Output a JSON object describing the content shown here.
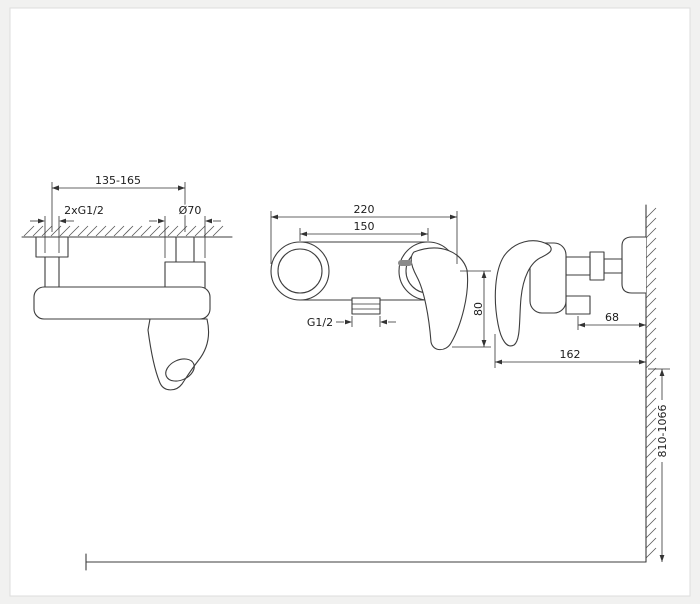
{
  "drawing": {
    "top_view": {
      "spacing_label": "135-165",
      "thread_label": "2xG1/2",
      "diameter_label": "Ø70"
    },
    "front_view": {
      "width_label": "220",
      "centers_label": "150",
      "outlet_label": "G1/2",
      "height_label": "80"
    },
    "side_view": {
      "offset_label": "68",
      "depth_label": "162",
      "install_height_label": "810-1066"
    },
    "colors": {
      "line": "#3d3d3d",
      "text": "#1c1c1c",
      "paper": "#ffffff",
      "margin": "#f1f1f0"
    }
  }
}
